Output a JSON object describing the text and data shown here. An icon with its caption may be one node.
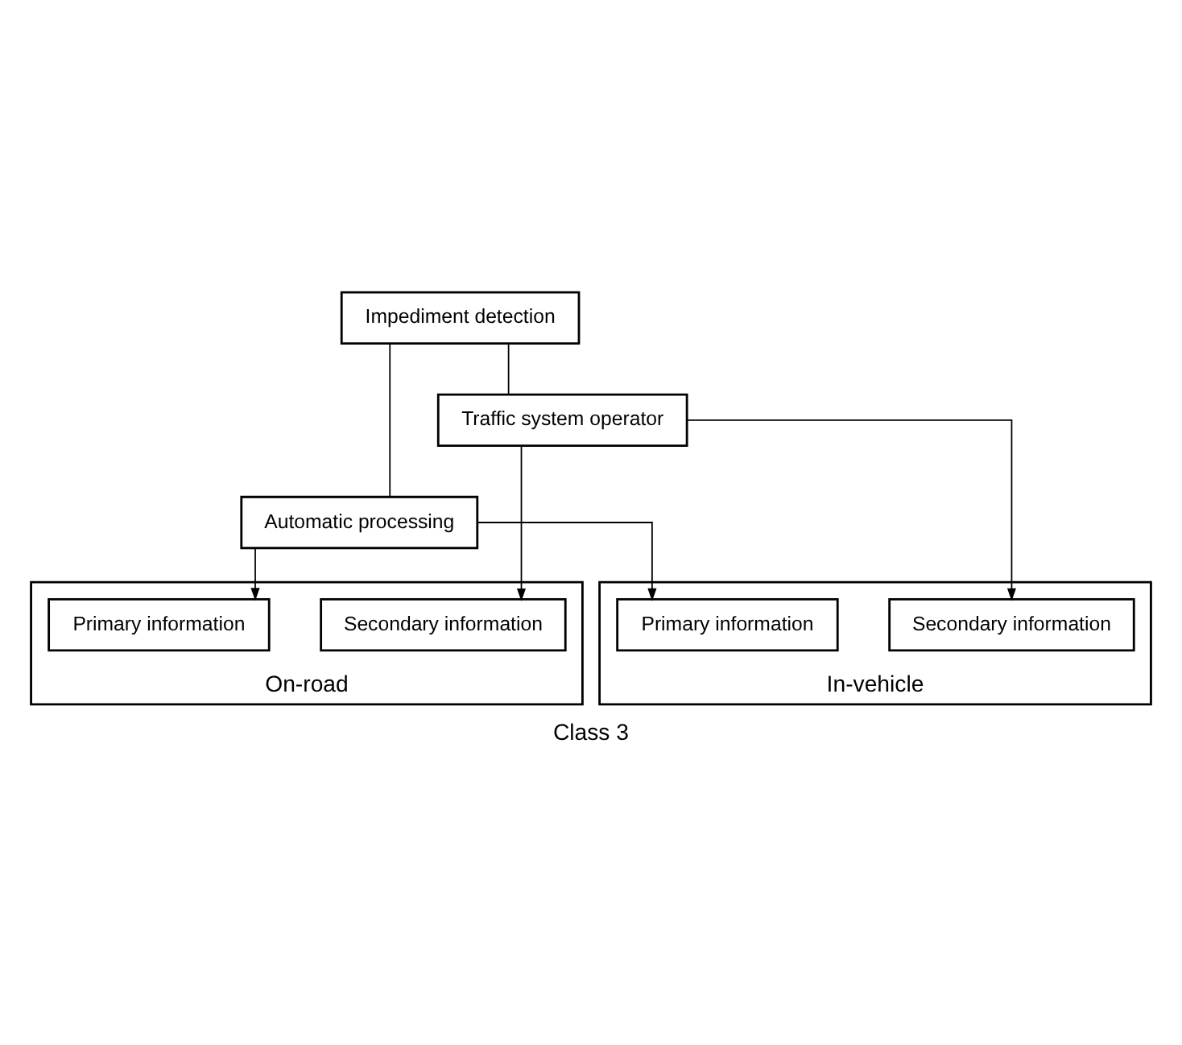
{
  "diagram": {
    "caption": "Class 3",
    "nodes": [
      {
        "text": [
          "Impediment detection"
        ]
      },
      {
        "text": [
          "Traffic system operator"
        ]
      },
      {
        "text": [
          "Automatic processing"
        ]
      },
      {
        "text": [
          "On-road"
        ]
      },
      {
        "text": [
          "Primary information"
        ],
        "in": 3
      },
      {
        "text": [
          "Secondary information"
        ],
        "in": 3
      },
      {
        "text": [
          "In-vehicle"
        ]
      },
      {
        "text": [
          "Primary information"
        ],
        "in": 6
      },
      {
        "text": [
          "Secondary information"
        ],
        "in": 6
      }
    ],
    "edges": [
      {
        "from": 0,
        "to": 1,
        "arrow": "none"
      },
      {
        "from": 0,
        "to": 2,
        "arrow": "none"
      },
      {
        "from": 2,
        "to": 4,
        "arrow": "to"
      },
      {
        "from": 2,
        "to": 7,
        "arrow": "to"
      },
      {
        "from": 1,
        "to": 5,
        "arrow": "to"
      },
      {
        "from": 1,
        "to": 8,
        "arrow": "to"
      }
    ]
  }
}
